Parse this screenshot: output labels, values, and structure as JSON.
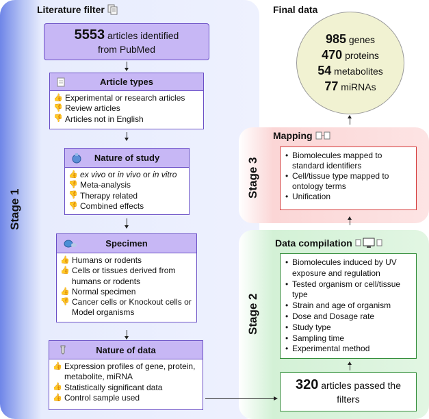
{
  "stages": {
    "stage1": "Stage 1",
    "stage2": "Stage 2",
    "stage3": "Stage 3"
  },
  "literature_filter": {
    "title": "Literature filter",
    "icon": "document-stack-icon"
  },
  "pubmed": {
    "count": "5553",
    "text1": "articles identified",
    "text2": "from PubMed"
  },
  "article_types": {
    "title": "Article types",
    "icon": "document-icon",
    "items": [
      {
        "thumb": "up",
        "text": "Experimental or research articles"
      },
      {
        "thumb": "down",
        "text": "Review articles"
      },
      {
        "thumb": "down",
        "text": "Articles not in English"
      }
    ]
  },
  "nature_of_study": {
    "title": "Nature of study",
    "icon": "flask-icon",
    "first_parts": [
      "ex vivo",
      " or ",
      "in vivo",
      " or ",
      "in vitro"
    ],
    "items": [
      {
        "thumb": "down",
        "text": "Meta-analysis"
      },
      {
        "thumb": "down",
        "text": "Therapy related"
      },
      {
        "thumb": "down",
        "text": "Combined effects"
      }
    ]
  },
  "specimen": {
    "title": "Specimen",
    "icon": "cells-icon",
    "items": [
      {
        "thumb": "up",
        "text": "Humans or rodents"
      },
      {
        "thumb": "up",
        "text": "Cells or tissues derived from humans or rodents"
      },
      {
        "thumb": "up",
        "text": "Normal specimen"
      },
      {
        "thumb": "down",
        "text": "Cancer cells or Knockout cells or Model organisms"
      }
    ]
  },
  "nature_of_data": {
    "title": "Nature of data",
    "icon": "tube-icon",
    "items": [
      {
        "thumb": "up",
        "text": "Expression profiles of gene, protein, metabolite, miRNA"
      },
      {
        "thumb": "up",
        "text": "Statistically significant data"
      },
      {
        "thumb": "up",
        "text": "Control sample used"
      }
    ]
  },
  "final_data": {
    "title": "Final data",
    "lines": [
      {
        "n": "985",
        "label": "genes"
      },
      {
        "n": "470",
        "label": "proteins"
      },
      {
        "n": "54",
        "label": "metabolites"
      },
      {
        "n": "77",
        "label": "miRNAs"
      }
    ]
  },
  "mapping": {
    "title": "Mapping",
    "icon": "mapping-icon",
    "items": [
      "Biomolecules mapped to standard identifiers",
      "Cell/tissue type mapped to ontology terms",
      "Unification"
    ]
  },
  "data_compilation": {
    "title": "Data compilation",
    "icon": "computer-network-icon",
    "items": [
      "Biomolecules induced by UV exposure and regulation",
      "Tested organism or cell/tissue type",
      "Strain and age of organism",
      "Dose and Dosage rate",
      "Study type",
      "Sampling time",
      "Experimental method"
    ]
  },
  "passed": {
    "count": "320",
    "text1": "articles passed the",
    "text2": "filters"
  }
}
